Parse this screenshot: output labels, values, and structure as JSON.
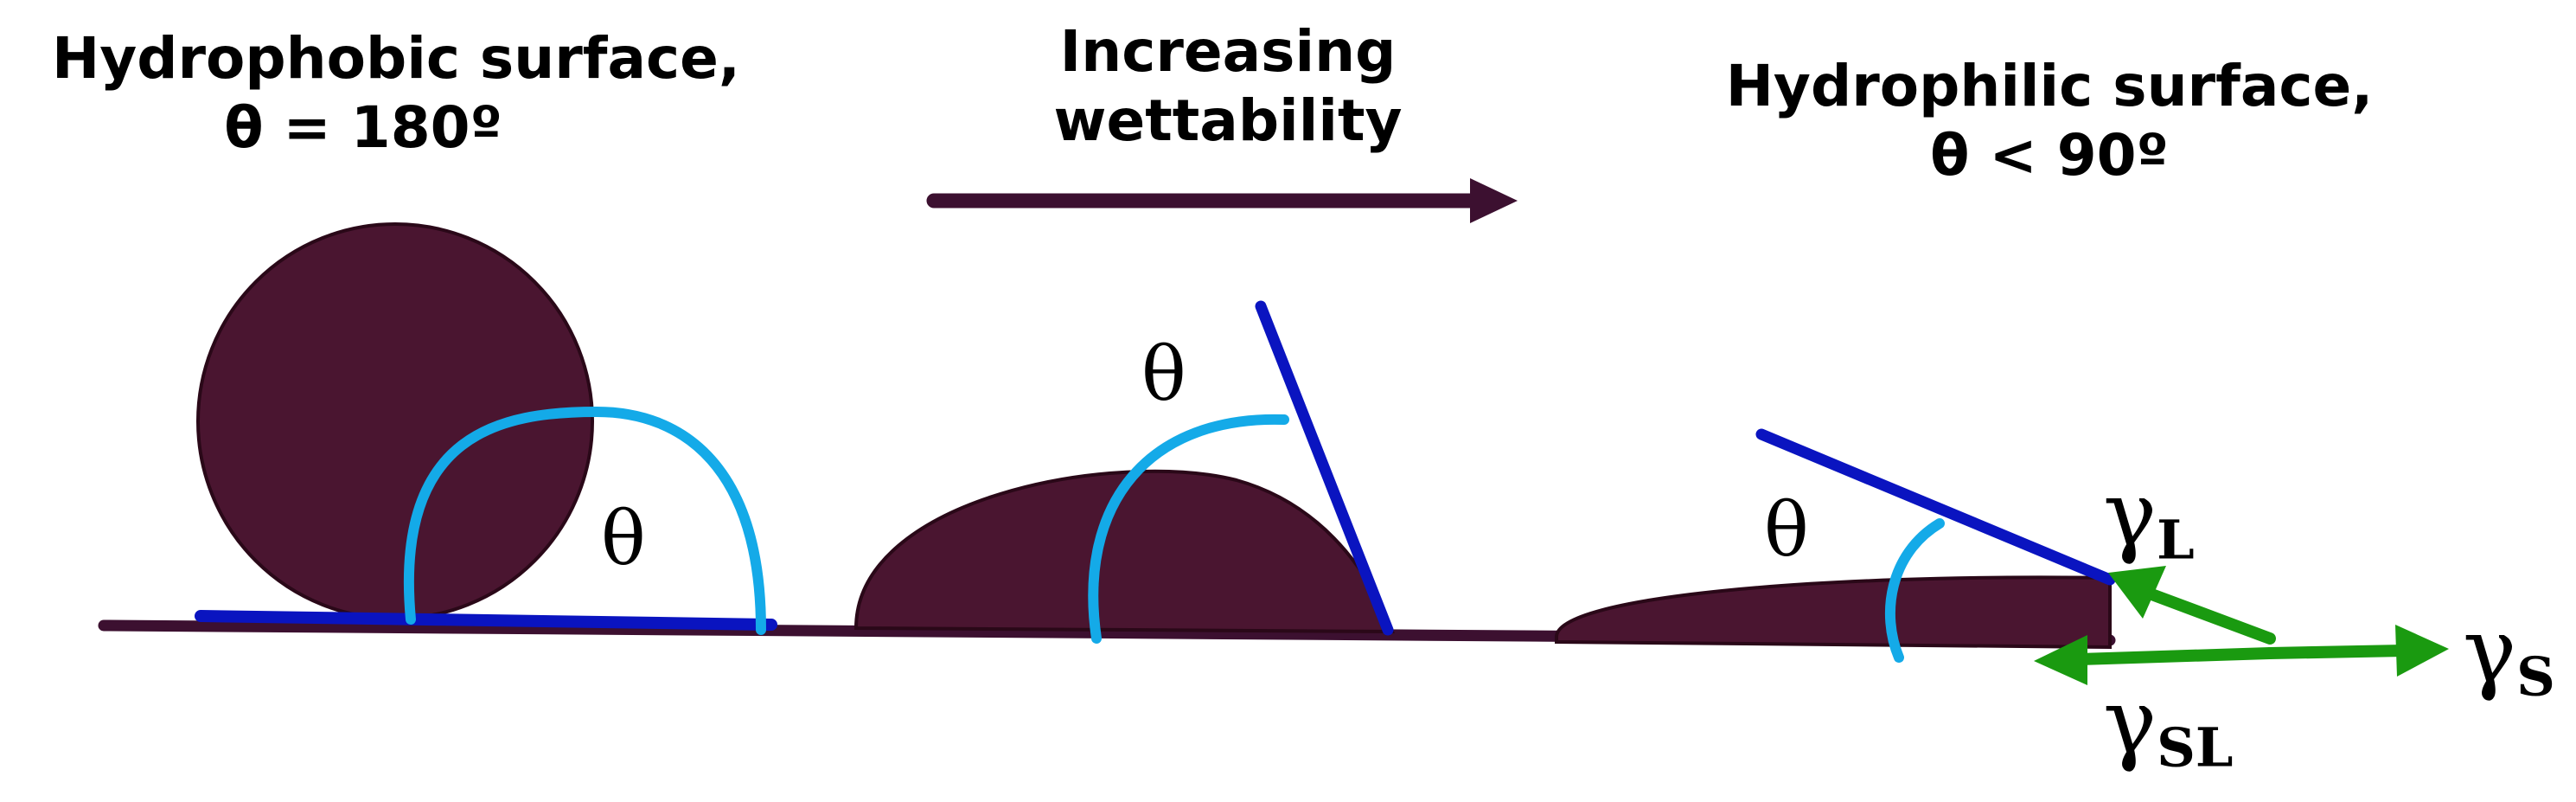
{
  "headings": {
    "hydrophobic": {
      "line1": "Hydrophobic surface,",
      "line2": "θ = 180º"
    },
    "middle": {
      "line1": "Increasing",
      "line2": "wettability"
    },
    "hydrophilic": {
      "line1": "Hydrophilic surface,",
      "line2": "θ < 90º"
    }
  },
  "angle_labels": {
    "left": "θ",
    "middle": "θ",
    "right": "θ"
  },
  "tension_labels": {
    "liquid": {
      "symbol": "γ",
      "subscript": "L"
    },
    "solid": {
      "symbol": "γ",
      "subscript": "S"
    },
    "solid_liquid": {
      "symbol": "γ",
      "subscript": "SL"
    }
  },
  "colors": {
    "droplet": "#4a1530",
    "surface": "#3c1030",
    "tangent_line": "#0a14c0",
    "angle_arc": "#14aae8",
    "force_vector": "#1a9a10",
    "text": "#000000"
  }
}
